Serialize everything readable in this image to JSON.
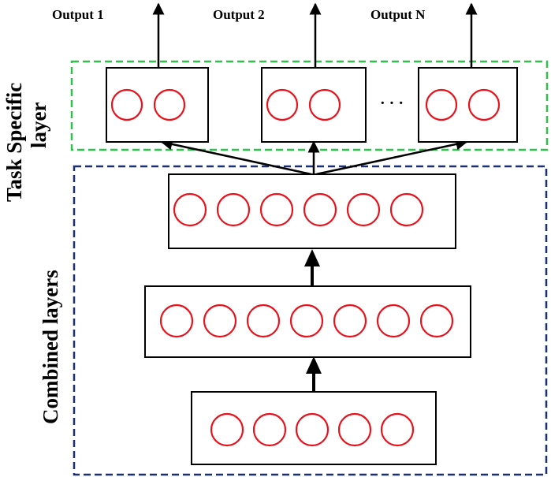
{
  "colors": {
    "task_border": "#2ec24a",
    "combined_border": "#1c2f6e",
    "neuron": "#e8121c",
    "line": "#000000"
  },
  "outputs": [
    {
      "label": "Output 1"
    },
    {
      "label": "Output 2"
    },
    {
      "label": "Output N"
    }
  ],
  "task_layer": {
    "label_line1": "Task Specific",
    "label_line2": "layer",
    "box_neuron_counts": [
      2,
      2,
      2
    ],
    "ellipsis": "· · ·"
  },
  "combined": {
    "label": "Combined layers",
    "layer_neuron_counts": [
      6,
      7,
      5
    ]
  }
}
